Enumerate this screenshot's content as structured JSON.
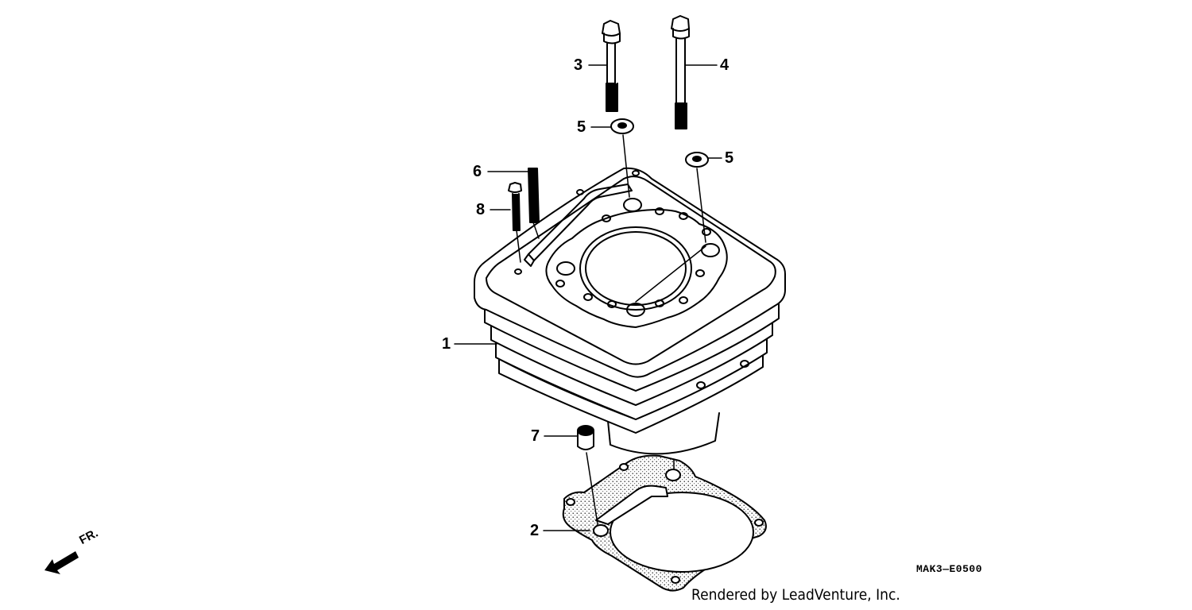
{
  "callouts": {
    "c1": "1",
    "c2": "2",
    "c3": "3",
    "c4": "4",
    "c5a": "5",
    "c5b": "5",
    "c6": "6",
    "c7": "7",
    "c8": "8"
  },
  "direction_label": "FR.",
  "diagram_code": "MAK3—E0500",
  "credit": "Rendered by LeadVenture, Inc."
}
